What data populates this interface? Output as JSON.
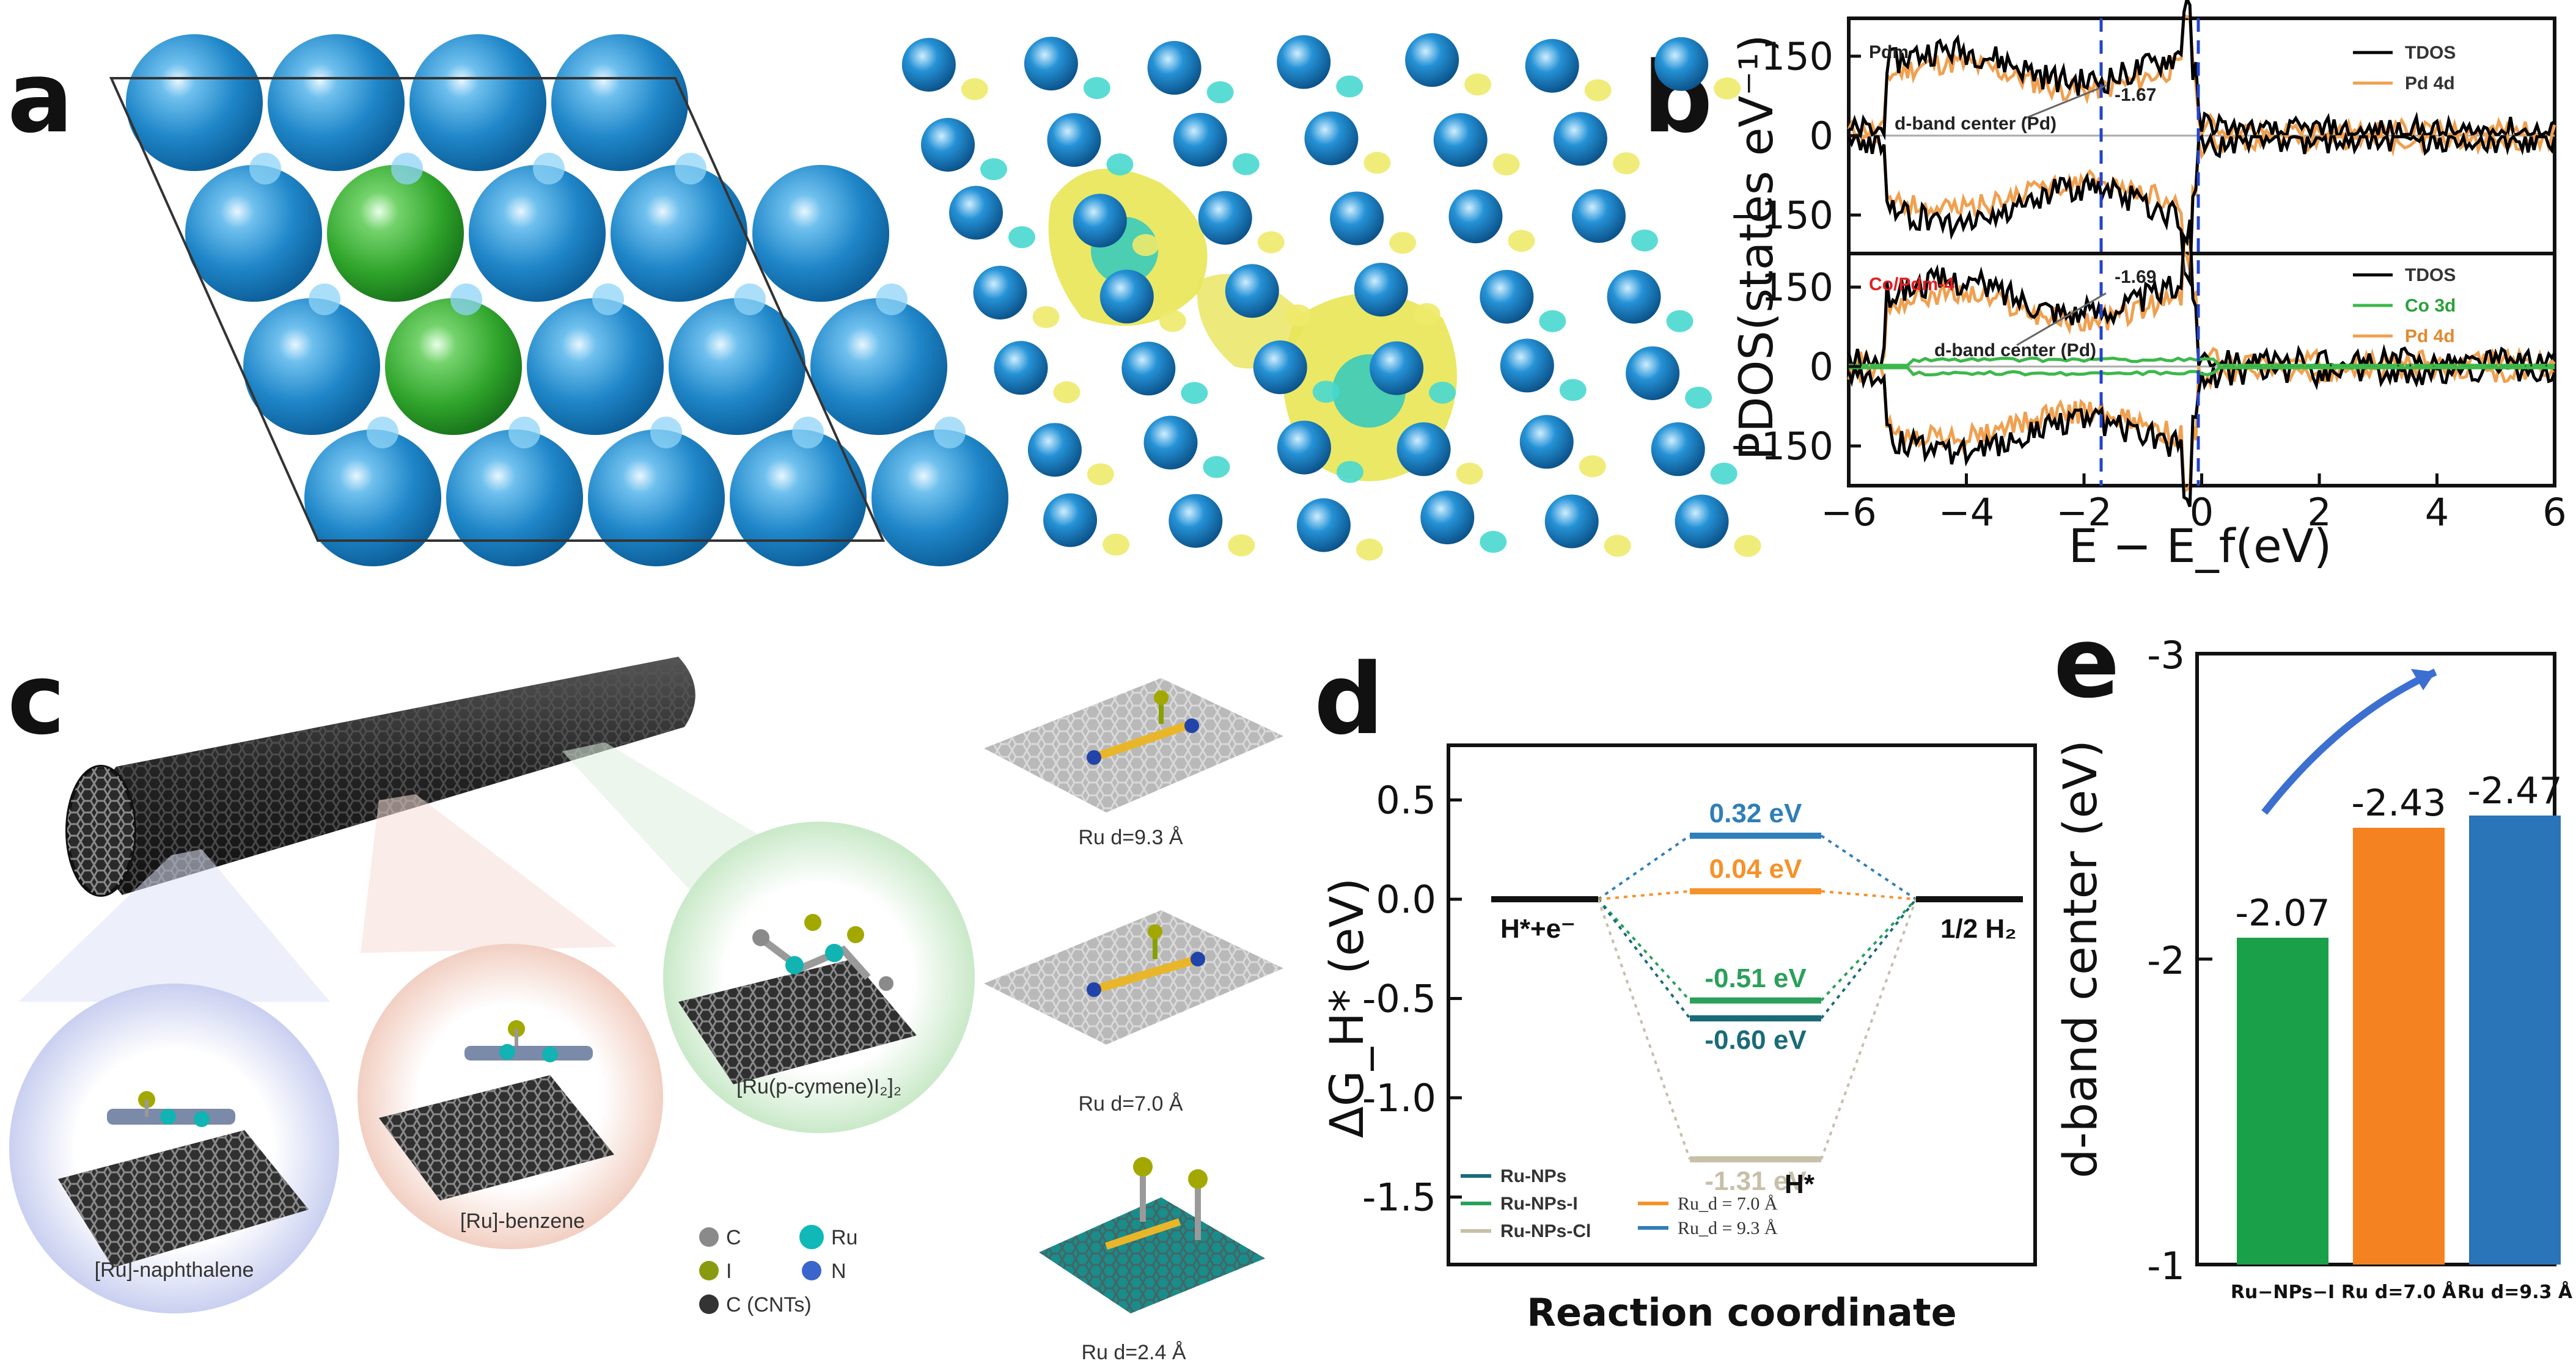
{
  "panel_labels": {
    "a": "a",
    "b": "b",
    "c": "c",
    "d": "d",
    "e": "e"
  },
  "panel_b": {
    "ylabel": "PDOS(states eV⁻¹)",
    "xlabel": "E − E_f(eV)",
    "xticks": [
      "−6",
      "−4",
      "−2",
      "0",
      "2",
      "4",
      "6"
    ],
    "yticks": [
      "150",
      "0",
      "−150"
    ],
    "top": {
      "name": "Pdm",
      "center_value": "-1.67",
      "center_label": "d-band center (Pd)",
      "legend": [
        "TDOS",
        "Pd 4d"
      ]
    },
    "bottom": {
      "name": "Co/Pdm-4",
      "center_value": "-1.69",
      "center_label": "d-band center (Pd)",
      "legend": [
        "TDOS",
        "Co 3d",
        "Pd 4d"
      ]
    },
    "colors": {
      "tdos": "#000000",
      "pd4d": "#f0a050",
      "co3d": "#3cb84a",
      "vline": "#2244cc",
      "name_red": "#e02020"
    }
  },
  "panel_c": {
    "labels": [
      "[Ru]-naphthalene",
      "[Ru]-benzene",
      "[Ru(p-cymene)I₂]₂"
    ],
    "legend": [
      "C",
      "Ru",
      "I",
      "N",
      "C (CNTs)"
    ],
    "structures": [
      "Ru d=9.3 Å",
      "Ru d=7.0 Å",
      "Ru d=2.4 Å"
    ]
  },
  "panel_d": {
    "ylabel": "ΔG_H* (eV)",
    "xlabel": "Reaction coordinate",
    "yticks": [
      "0.5",
      "0.0",
      "-0.5",
      "-1.0",
      "-1.5"
    ],
    "left_state": "H*+e⁻",
    "right_state": "1/2 H₂",
    "middle_state": "H*",
    "legend": [
      "Ru-NPs",
      "Ru-NPs-I",
      "Ru-NPs-Cl",
      "Ru_d = 7.0 Å",
      "Ru_d = 9.3 Å"
    ],
    "levels": [
      {
        "label": "0.32 eV",
        "value": 0.32,
        "color": "#2f7fb8"
      },
      {
        "label": "0.04 eV",
        "value": 0.04,
        "color": "#f5922a"
      },
      {
        "label": "-0.51 eV",
        "value": -0.51,
        "color": "#2aa05a"
      },
      {
        "label": "-0.60 eV",
        "value": -0.6,
        "color": "#1a6b7a"
      },
      {
        "label": "-1.31 eV",
        "value": -1.31,
        "color": "#c8bfa8"
      }
    ]
  },
  "panel_e": {
    "ylabel": "d-band center (eV)",
    "yticks": [
      "-3",
      "-2",
      "-1"
    ]
  },
  "chart_data": [
    {
      "type": "bar",
      "categories": [
        "Ru−NPs−I",
        "Ru d=7.0 Å",
        "Ru d=9.3 Å"
      ],
      "values": [
        -2.07,
        -2.43,
        -2.47
      ],
      "value_labels": [
        "-2.07",
        "-2.43",
        "-2.47"
      ],
      "colors": [
        "#1aa048",
        "#f58220",
        "#2a74b8"
      ],
      "ylabel": "d-band center (eV)",
      "ylim": [
        -1,
        -3
      ],
      "inverted_axis": true
    }
  ]
}
